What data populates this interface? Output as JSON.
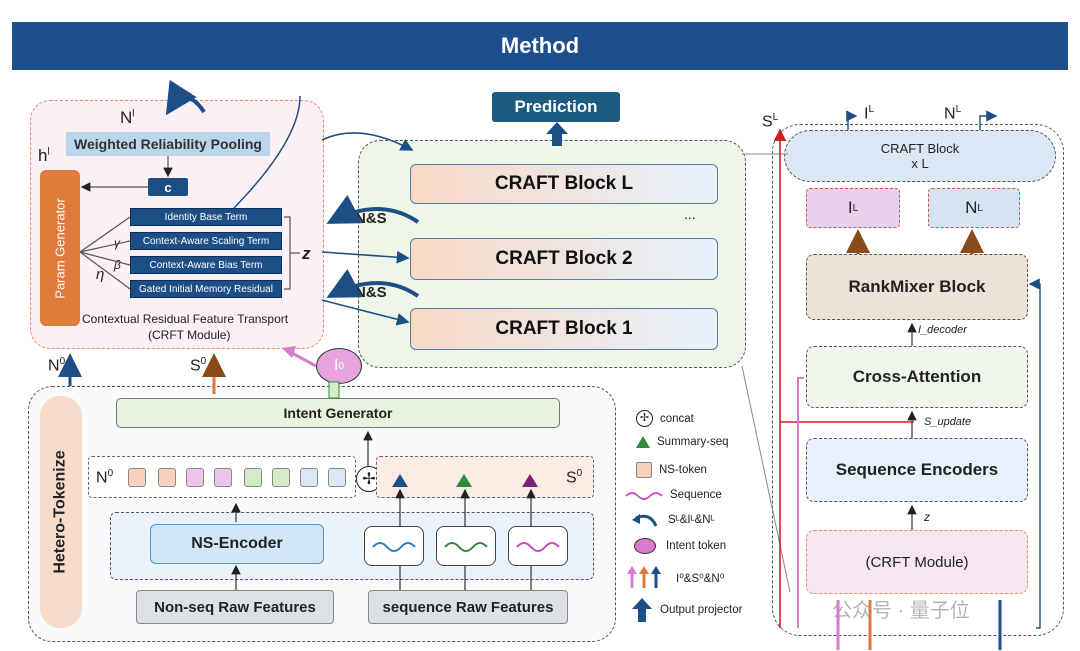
{
  "title": "Method",
  "prediction": "Prediction",
  "crft": {
    "n_l": "N",
    "n_l_sup": "l",
    "h_l": "h",
    "h_l_sup": "l",
    "pooling": "Weighted Reliability Pooling",
    "c": "c",
    "param_generator": "Param Generator",
    "terms": [
      "Identity Base Term",
      "Context-Aware Scaling Term",
      "Context-Aware Bias Term",
      "Gated Initial Memory Residual"
    ],
    "gamma": "γ",
    "beta": "β",
    "eta": "η",
    "z": "z",
    "caption_line1": "Contextual Residual Feature Transport",
    "caption_line2": "(CRFT Module)"
  },
  "blocks": {
    "block_l": "CRAFT Block L",
    "dots": "...",
    "block_2": "CRAFT Block 2",
    "block_1": "CRAFT Block 1",
    "ins_top": "I&N&S",
    "ins_bottom": "I&N&S"
  },
  "bottom": {
    "n0": "N",
    "n0_sup": "0",
    "s0": "S",
    "s0_sup": "0",
    "i0": "I",
    "i0_sup": "0",
    "intent_generator": "Intent Generator",
    "hetero": "Hetero-Tokenize",
    "n0_row": "N",
    "n0_row_sup": "0",
    "s0_row": "S",
    "s0_row_sup": "0",
    "ns_encoder": "NS-Encoder",
    "nonseq": "Non-seq Raw Features",
    "seqraw": "sequence Raw Features"
  },
  "legend": {
    "concat": "concat",
    "summary": "Summary-seq",
    "nstoken": "NS-token",
    "sequence": "Sequence",
    "sin": "Sᴸ&Iᴸ&Nᴸ",
    "intent": "Intent token",
    "isn0": "I⁰&S⁰&N⁰",
    "output": "Output projector"
  },
  "right": {
    "s_l": "S",
    "s_l_sup": "L",
    "i_l": "I",
    "i_l_sup": "L",
    "n_l": "N",
    "n_l_sup": "L",
    "craft_block": "CRAFT Block",
    "xl": "x L",
    "il_box": "I",
    "il_box_sup": "L",
    "nl_box": "N",
    "nl_box_sup": "L",
    "rankmixer": "RankMixer Block",
    "i_decoder": "I_decoder",
    "cross_attention": "Cross-Attention",
    "s_update": "S_update",
    "seq_encoders": "Sequence Encoders",
    "z": "z",
    "crft_module": "(CRFT Module)"
  },
  "watermark": "公众号 · 量子位",
  "colors": {
    "banner": "#1f4e8c",
    "dark_blue": "#1d4f86",
    "orange": "#e07a3a",
    "pink": "#d77ad0",
    "red": "#cc2222",
    "green": "#2e8b3a",
    "purple": "#7a1f7a"
  }
}
